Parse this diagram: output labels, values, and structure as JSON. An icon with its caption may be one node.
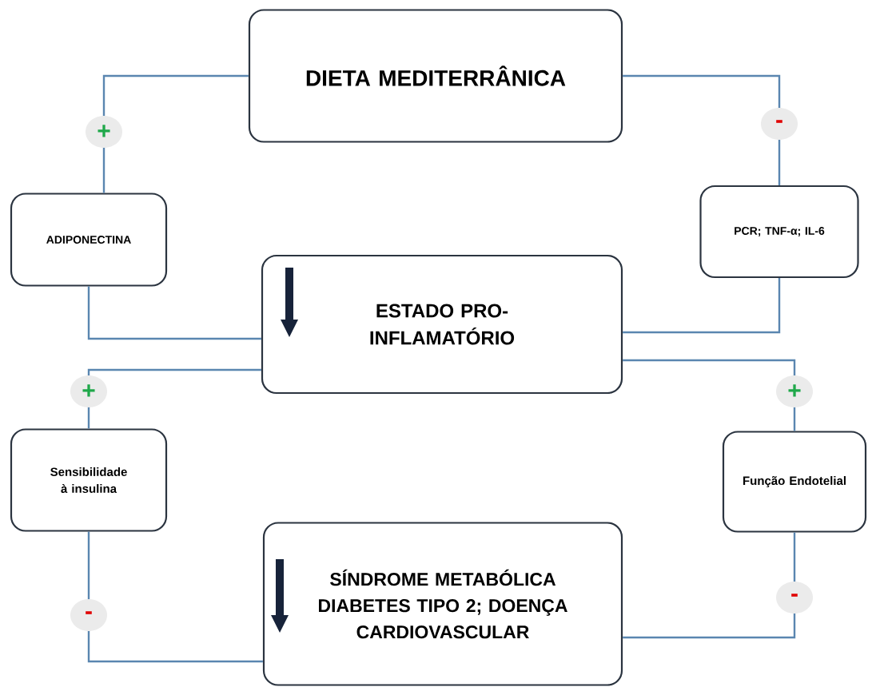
{
  "diagram": {
    "nodes": [
      {
        "text": [
          "DIETA MEDITERRÂNICA"
        ]
      },
      {
        "text": [
          "ADIPONECTINA"
        ]
      },
      {
        "text": [
          "PCR; TNF-α; IL-6"
        ]
      },
      {
        "text": [
          "ESTADO PRO-INFLAMATÓRIO"
        ]
      },
      {
        "text": [
          "Sensibilidade à insulina"
        ]
      },
      {
        "text": [
          "Função Endotelial"
        ]
      },
      {
        "text": [
          "SÍNDROME METABÓLICA DIABETES TIPO 2; DOENÇA CARDIOVASCULAR"
        ]
      }
    ],
    "edges": [
      {
        "from": 0,
        "to": 1,
        "arrow": "none",
        "label": "+"
      },
      {
        "from": 0,
        "to": 2,
        "arrow": "none",
        "label": "-"
      },
      {
        "from": 1,
        "to": 3,
        "arrow": "none"
      },
      {
        "from": 2,
        "to": 3,
        "arrow": "none"
      },
      {
        "from": 3,
        "to": 4,
        "arrow": "none",
        "label": "+"
      },
      {
        "from": 3,
        "to": 5,
        "arrow": "none",
        "label": "+"
      },
      {
        "from": 4,
        "to": 6,
        "arrow": "none",
        "label": "-"
      },
      {
        "from": 5,
        "to": 6,
        "arrow": "none",
        "label": "-"
      }
    ]
  }
}
